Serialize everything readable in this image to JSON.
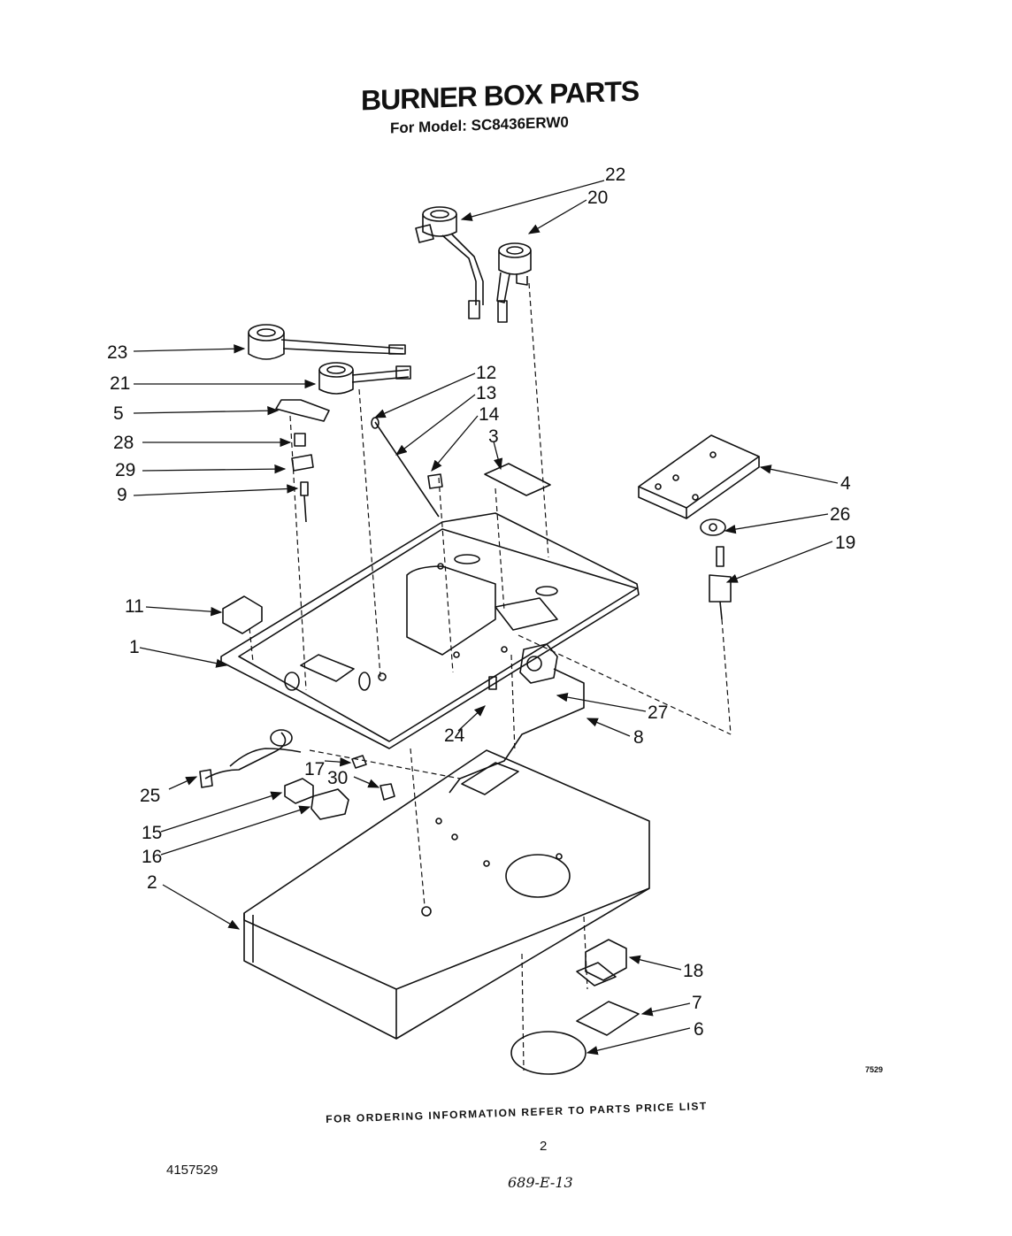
{
  "header": {
    "title": "BURNER BOX PARTS",
    "subtitle": "For Model: SC8436ERW0"
  },
  "callouts": [
    "22",
    "20",
    "23",
    "21",
    "12",
    "13",
    "14",
    "3",
    "5",
    "28",
    "29",
    "9",
    "4",
    "26",
    "19",
    "11",
    "1",
    "27",
    "8",
    "24",
    "17",
    "30",
    "25",
    "15",
    "16",
    "2",
    "18",
    "7",
    "6"
  ],
  "footer": {
    "ordering_info": "FOR ORDERING INFORMATION REFER TO PARTS PRICE LIST",
    "page_number": "2",
    "document_number": "4157529",
    "handwritten_note": "689-E-13",
    "reference_code": "7529"
  }
}
